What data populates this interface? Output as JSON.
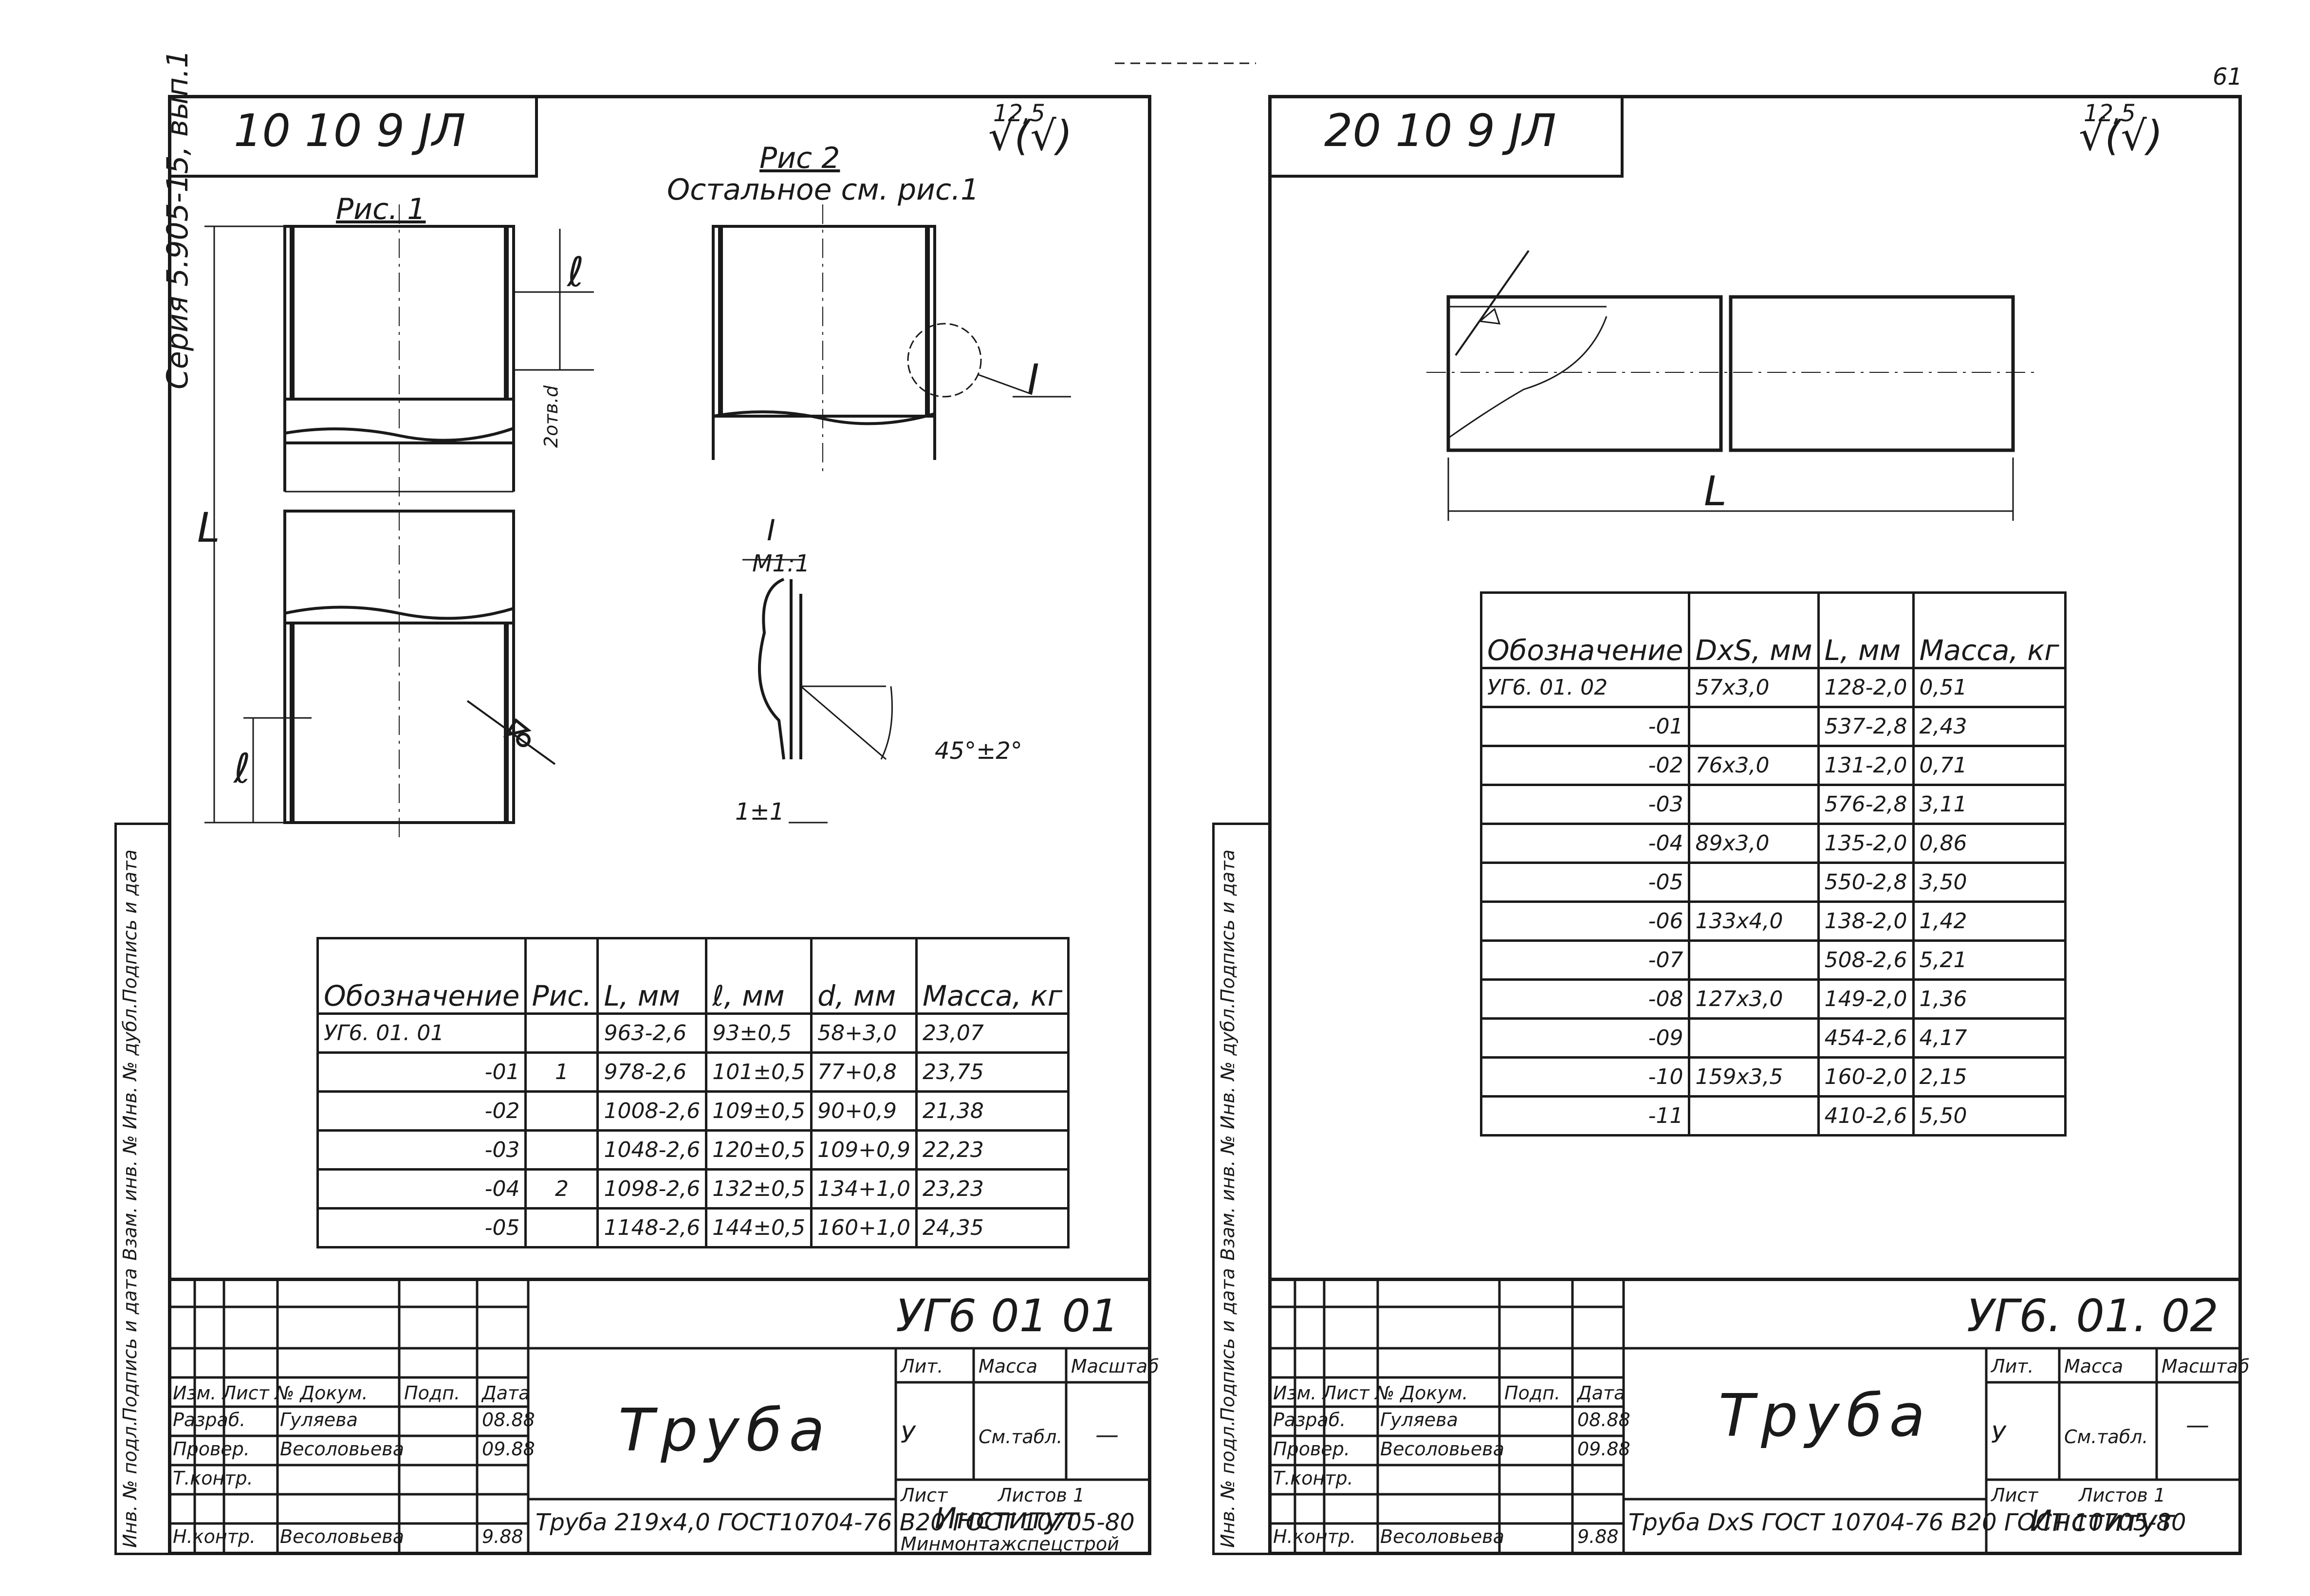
{
  "left_sheet": {
    "stamp_code": "10 10 9 JЛ",
    "roughness": "12,5",
    "series": "Серия 5.905-15, вып.1",
    "fig1_label": "Рис. 1",
    "fig2_label": "Рис 2",
    "fig2_note": "Остальное см. рис.1",
    "detail_label": "I",
    "detail_scale": "М1:1",
    "angle": "45°±2°",
    "gap": "1±1",
    "chamfer": "2отв.d",
    "dim_L": "L",
    "dim_l": "ℓ",
    "table": {
      "headers": [
        "Обозначение",
        "Рис.",
        "L, мм",
        "ℓ, мм",
        "d, мм",
        "Масса, кг"
      ],
      "rows": [
        [
          "УГ6. 01. 01",
          "",
          "963-2,6",
          "93±0,5",
          "58+3,0",
          "23,07"
        ],
        [
          "-01",
          "1",
          "978-2,6",
          "101±0,5",
          "77+0,8",
          "23,75"
        ],
        [
          "-02",
          "",
          "1008-2,6",
          "109±0,5",
          "90+0,9",
          "21,38"
        ],
        [
          "-03",
          "",
          "1048-2,6",
          "120±0,5",
          "109+0,9",
          "22,23"
        ],
        [
          "-04",
          "2",
          "1098-2,6",
          "132±0,5",
          "134+1,0",
          "23,23"
        ],
        [
          "-05",
          "",
          "1148-2,6",
          "144±0,5",
          "160+1,0",
          "24,35"
        ]
      ]
    },
    "title_block": {
      "designation": "УГ6 01 01",
      "name": "Труба",
      "material": "Труба 219x4,0 ГОСТ10704-76 В20 ГОСТ 10705-80",
      "lit": "Лит.",
      "mass": "Масса",
      "scale": "Масштаб",
      "lit_value": "У",
      "mass_value": "См.табл.",
      "scale_value": "—",
      "sheet": "Лист",
      "sheets": "Листов 1",
      "org": "Институт",
      "org2": "Минмонтажспецстрой",
      "roles": [
        "Изм. Лист № Докум.",
        "Разраб.",
        "Провер.",
        "Т.контр.",
        "Н.контр."
      ],
      "names": [
        "",
        "Гуляева",
        "Весоловьева",
        "",
        "Весоловьева"
      ],
      "dates": [
        "Дата",
        "08.88",
        "09.88",
        "",
        "9.88"
      ],
      "sign": "Подп."
    },
    "margin_labels": [
      "Подпись и дата",
      "Инв. № дубл.",
      "Взам. инв. №",
      "Подпись и дата",
      "Инв. № подл."
    ]
  },
  "right_sheet": {
    "stamp_code": "20 10 9 JЛ",
    "roughness": "12,5",
    "page_number": "61",
    "dim_L": "L",
    "table": {
      "headers": [
        "Обозначение",
        "DxS, мм",
        "L, мм",
        "Масса, кг"
      ],
      "rows": [
        [
          "УГ6. 01. 02",
          "57x3,0",
          "128-2,0",
          "0,51"
        ],
        [
          "-01",
          "",
          "537-2,8",
          "2,43"
        ],
        [
          "-02",
          "76x3,0",
          "131-2,0",
          "0,71"
        ],
        [
          "-03",
          "",
          "576-2,8",
          "3,11"
        ],
        [
          "-04",
          "89x3,0",
          "135-2,0",
          "0,86"
        ],
        [
          "-05",
          "",
          "550-2,8",
          "3,50"
        ],
        [
          "-06",
          "133x4,0",
          "138-2,0",
          "1,42"
        ],
        [
          "-07",
          "",
          "508-2,6",
          "5,21"
        ],
        [
          "-08",
          "127x3,0",
          "149-2,0",
          "1,36"
        ],
        [
          "-09",
          "",
          "454-2,6",
          "4,17"
        ],
        [
          "-10",
          "159x3,5",
          "160-2,0",
          "2,15"
        ],
        [
          "-11",
          "",
          "410-2,6",
          "5,50"
        ]
      ]
    },
    "title_block": {
      "designation": "УГ6. 01. 02",
      "name": "Труба",
      "material": "Труба DxS ГОСТ 10704-76 В20 ГОСТ 10705-80",
      "lit": "Лит.",
      "mass": "Масса",
      "scale": "Масштаб",
      "lit_value": "У",
      "mass_value": "См.табл.",
      "scale_value": "—",
      "sheet": "Лист",
      "sheets": "Листов 1",
      "org": "Институт",
      "roles": [
        "Изм. Лист № Докум.",
        "Разраб.",
        "Провер.",
        "Т.контр.",
        "Н.контр."
      ],
      "names": [
        "",
        "Гуляева",
        "Весоловьева",
        "",
        "Весоловьева"
      ],
      "dates": [
        "Дата",
        "08.88",
        "09.88",
        "",
        "9.88"
      ],
      "sign": "Подп."
    },
    "margin_labels": [
      "Подпись и дата",
      "Инв. № дубл.",
      "Взам. инв. №",
      "Подпись и дата",
      "Инв. № подл."
    ]
  }
}
